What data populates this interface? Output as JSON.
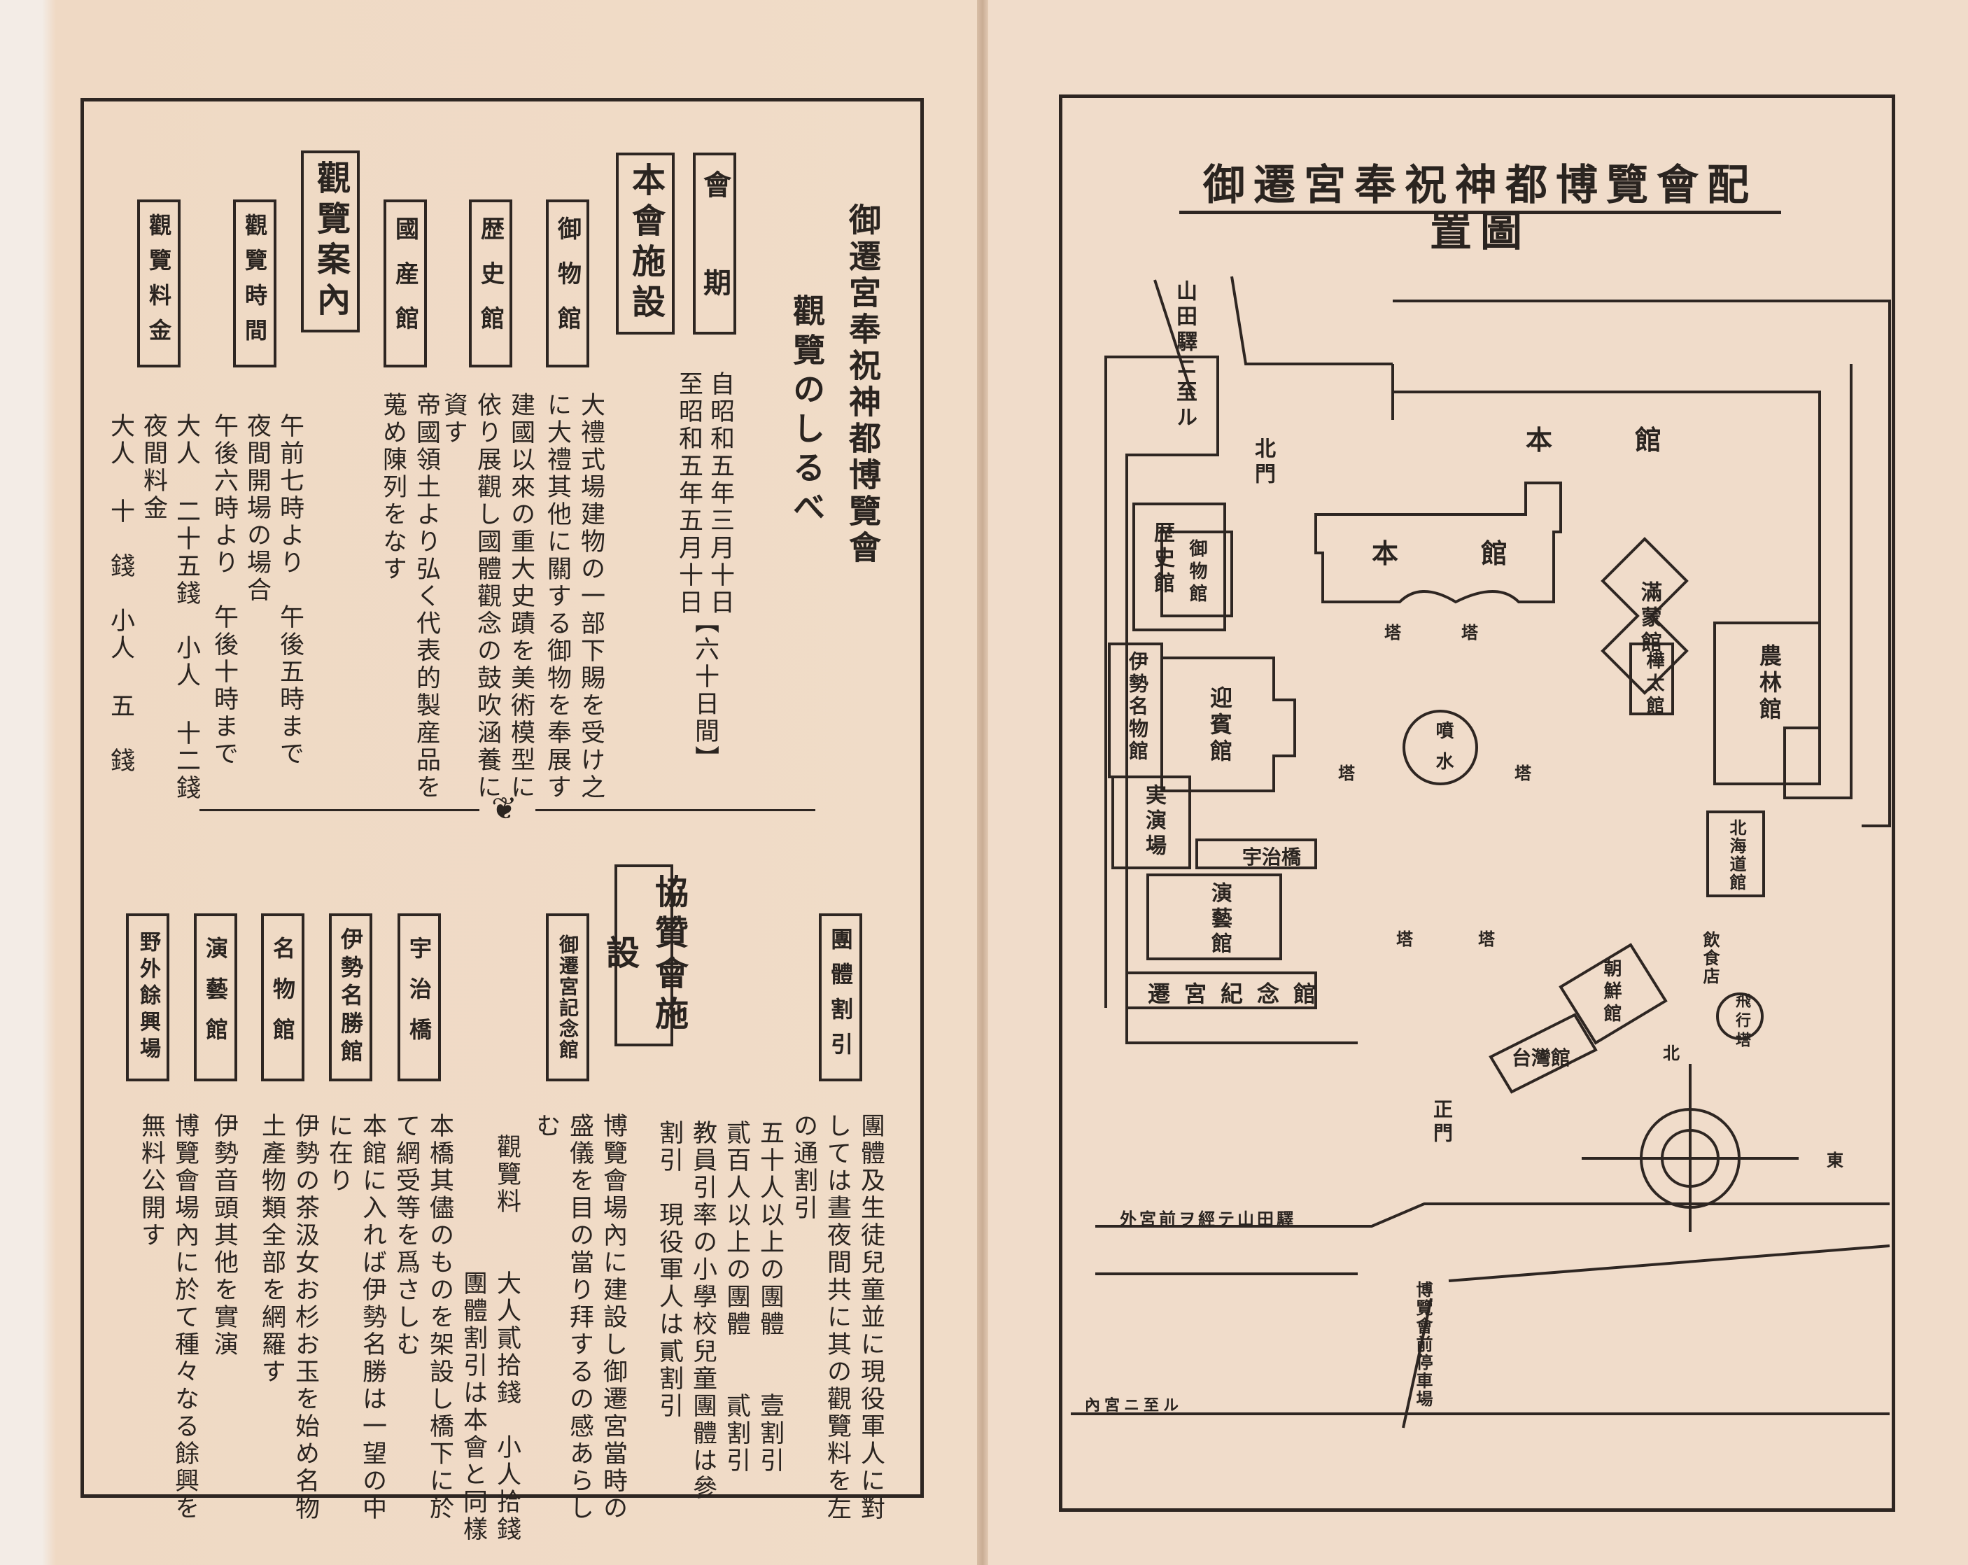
{
  "left_page": {
    "title": "御遷宮奉祝神都博覽會",
    "subtitle": "觀覽のしるべ",
    "period_label": "會　期",
    "period_text_1": "自昭和五年三月十日",
    "period_text_2": "至昭和五年五月十日",
    "period_days": "【六十日間】",
    "main_facilities_header": "本會施設",
    "facilities": [
      {
        "name": "御物館",
        "desc": [
          "大禮式場建物の一部下賜を受け之",
          "に大禮其他に關する御物を奉展す"
        ]
      },
      {
        "name": "歴史館",
        "desc": [
          "建國以來の重大史蹟を美術模型に",
          "依り展觀し國體觀念の鼓吹涵養に",
          "資す"
        ]
      },
      {
        "name": "國産館",
        "desc": [
          "帝國領土より弘く代表的製産品を",
          "蒐め陳列をなす"
        ]
      }
    ],
    "guide_header": "觀覽案內",
    "hours_label": "觀覽時間",
    "hours_lines": [
      "午前七時より　午後五時まで",
      "夜間開場の場合",
      "午後六時より　午後十時まで"
    ],
    "fee_label": "觀覽料金",
    "fee_lines": [
      "大人 二十五錢　小人 十二錢",
      "夜間料金",
      "大人 十　錢　小人 五　錢"
    ],
    "group_discount_label": "團體割引",
    "group_discount_lines": [
      "團體及生徒兒童並に現役軍人に對",
      "しては晝夜間共に其の觀覽料を左",
      "の通割引",
      "五十人以上の團體　　壹割引",
      "貳百人以上の團體　　貳割引",
      "教員引率の小學校兒童團體は參",
      "割引　現役軍人は貳割引"
    ],
    "assoc_header": "協贊會施設",
    "assoc": [
      {
        "name": "御遷宮記念館",
        "desc": [
          "博覽會場內に建設し御遷宮當時の",
          "盛儀を目の當り拜するの感あらし",
          "む"
        ]
      },
      {
        "name": "宇治橋",
        "desc": [
          "觀覽料　　大人貳拾錢　小人拾錢",
          "　　　　　團體割引は本會と同樣",
          "本橋其儘のものを架設し橋下に於",
          "て網受等を爲さしむ"
        ]
      },
      {
        "name": "伊勢名勝館",
        "desc": [
          "本館に入れば伊勢名勝は一望の中",
          "に在り"
        ]
      },
      {
        "name": "名物館",
        "desc": [
          "伊勢の茶汲女お杉お玉を始め名物",
          "土產物類全部を網羅す"
        ]
      },
      {
        "name": "演藝館",
        "desc": [
          "伊勢音頭其他を實演"
        ]
      },
      {
        "name": "野外餘興場",
        "desc": [
          "博覽會場內に於て種々なる餘興を",
          "無料公開す"
        ]
      }
    ]
  },
  "right_page": {
    "map_title": "御遷宮奉祝神都博覽會配置圖",
    "labels": {
      "honkan_top": "本　館",
      "honkan": "本　館",
      "rekishi": "歴史館",
      "gyobutsu": "御物館",
      "ise_meibutsu": "伊勢名物館",
      "geihin": "迎賓館",
      "jitsuen": "実演場",
      "engei": "演藝館",
      "uji": "宇治橋",
      "kinen": "遷宮紀念館",
      "manchu": "滿蒙館",
      "karafuto": "樺太館",
      "norin": "農林館",
      "hokkaido": "北海道館",
      "chosen": "朝鮮館",
      "taiwan": "台灣館",
      "hiko": "飛行塔",
      "suisha": "噴水",
      "kita_mon": "北門",
      "sho_mon": "正門",
      "inshoku": "飲食店",
      "kita": "北",
      "higashi": "東",
      "road_top": "山田驛ニ至ル",
      "road_bottom": "外宮前ヲ經テ山田驛",
      "road_lower": "內宮ニ至ル",
      "parking": "博覽會前停車場",
      "tower_1": "塔",
      "tower_2": "塔",
      "tower_3": "塔",
      "tower_4": "塔",
      "tower_5": "塔",
      "tower_6": "塔"
    }
  }
}
